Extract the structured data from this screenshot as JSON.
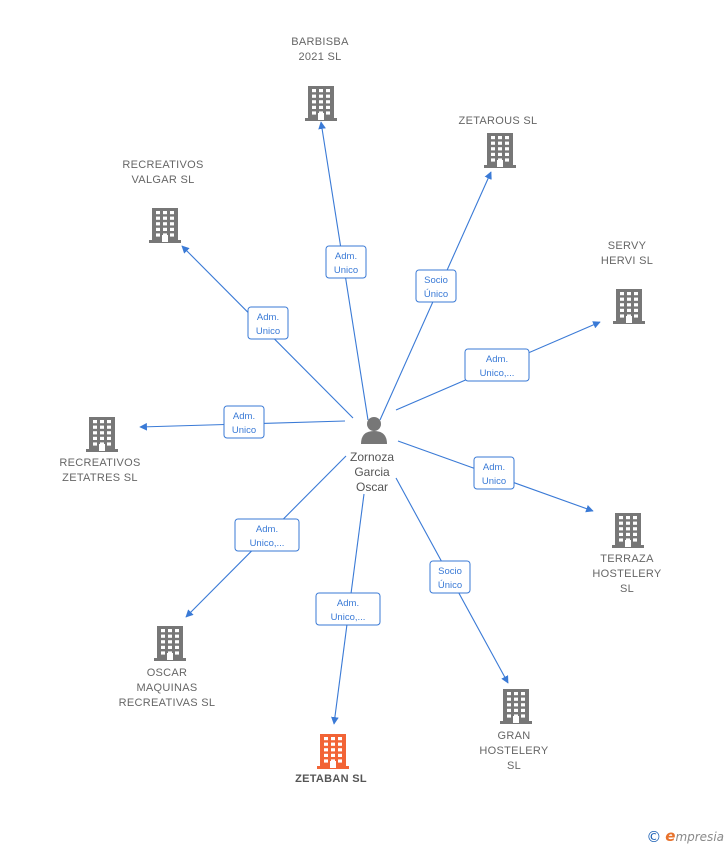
{
  "center": {
    "lines": [
      "Zornoza",
      "Garcia",
      "Oscar"
    ]
  },
  "colors": {
    "edge": "#3a7ad6",
    "company": "#777777",
    "highlight": "#f26436",
    "person": "#777777"
  },
  "companies": [
    {
      "id": "barbisba",
      "lines": [
        "BARBISBA",
        "2021  SL"
      ],
      "role": [
        "Adm.",
        "Unico"
      ],
      "highlight": false
    },
    {
      "id": "zetarous",
      "lines": [
        "ZETAROUS  SL"
      ],
      "role": [
        "Socio",
        "Único"
      ],
      "highlight": false
    },
    {
      "id": "recreativos-valgar",
      "lines": [
        "RECREATIVOS",
        "VALGAR SL"
      ],
      "role": [
        "Adm.",
        "Unico"
      ],
      "highlight": false
    },
    {
      "id": "servy-hervi",
      "lines": [
        "SERVY",
        "HERVI  SL"
      ],
      "role": [
        "Adm.",
        "Unico,..."
      ],
      "highlight": false
    },
    {
      "id": "recreativos-zetatres",
      "lines": [
        "RECREATIVOS",
        "ZETATRES  SL"
      ],
      "role": [
        "Adm.",
        "Unico"
      ],
      "highlight": false
    },
    {
      "id": "terraza-hostelery",
      "lines": [
        "TERRAZA",
        "HOSTELERY",
        "SL"
      ],
      "role": [
        "Adm.",
        "Unico"
      ],
      "highlight": false
    },
    {
      "id": "oscar-maquinas",
      "lines": [
        "OSCAR",
        "MAQUINAS",
        "RECREATIVAS SL"
      ],
      "role": [
        "Adm.",
        "Unico,..."
      ],
      "highlight": false
    },
    {
      "id": "gran-hostelery",
      "lines": [
        "GRAN",
        "HOSTELERY",
        "SL"
      ],
      "role": [
        "Socio",
        "Único"
      ],
      "highlight": false
    },
    {
      "id": "zetaban",
      "lines": [
        "ZETABAN  SL"
      ],
      "role": [
        "Adm.",
        "Unico,..."
      ],
      "highlight": true
    }
  ],
  "footer": {
    "copyright": "©",
    "brand_initial": "e",
    "brand_rest": "mpresia"
  }
}
